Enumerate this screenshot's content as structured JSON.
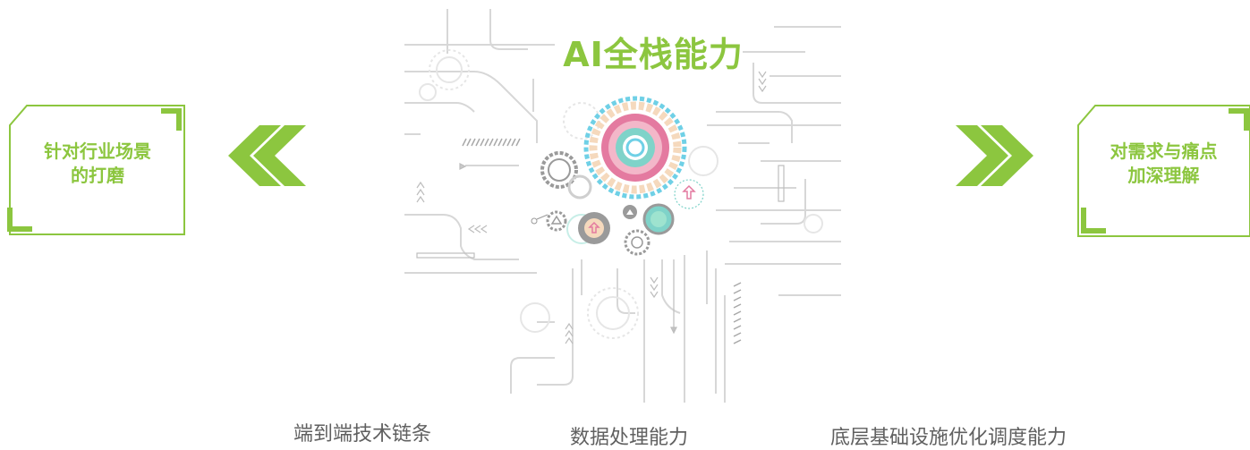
{
  "title": "AI全栈能力",
  "left_box": {
    "line1": "针对行业场景",
    "line2": "的打磨"
  },
  "right_box": {
    "line1": "对需求与痛点",
    "line2": "加深理解"
  },
  "captions": [
    "端到端技术链条",
    "数据处理能力",
    "底层基础设施优化调度能力"
  ],
  "colors": {
    "green": "#8cc63f",
    "line_gray": "#d7d7d7",
    "gear_pink": "#e47aa0",
    "gear_teal": "#7fd3c9",
    "gear_cream": "#f5d9bd",
    "gear_sky": "#6fd0e6",
    "gear_gray": "#9a9a9a",
    "text_gray": "#606060"
  },
  "icons": [
    "double-chevron-left-icon",
    "double-chevron-right-icon",
    "gear-cluster-icon",
    "circuit-lines-icon"
  ]
}
